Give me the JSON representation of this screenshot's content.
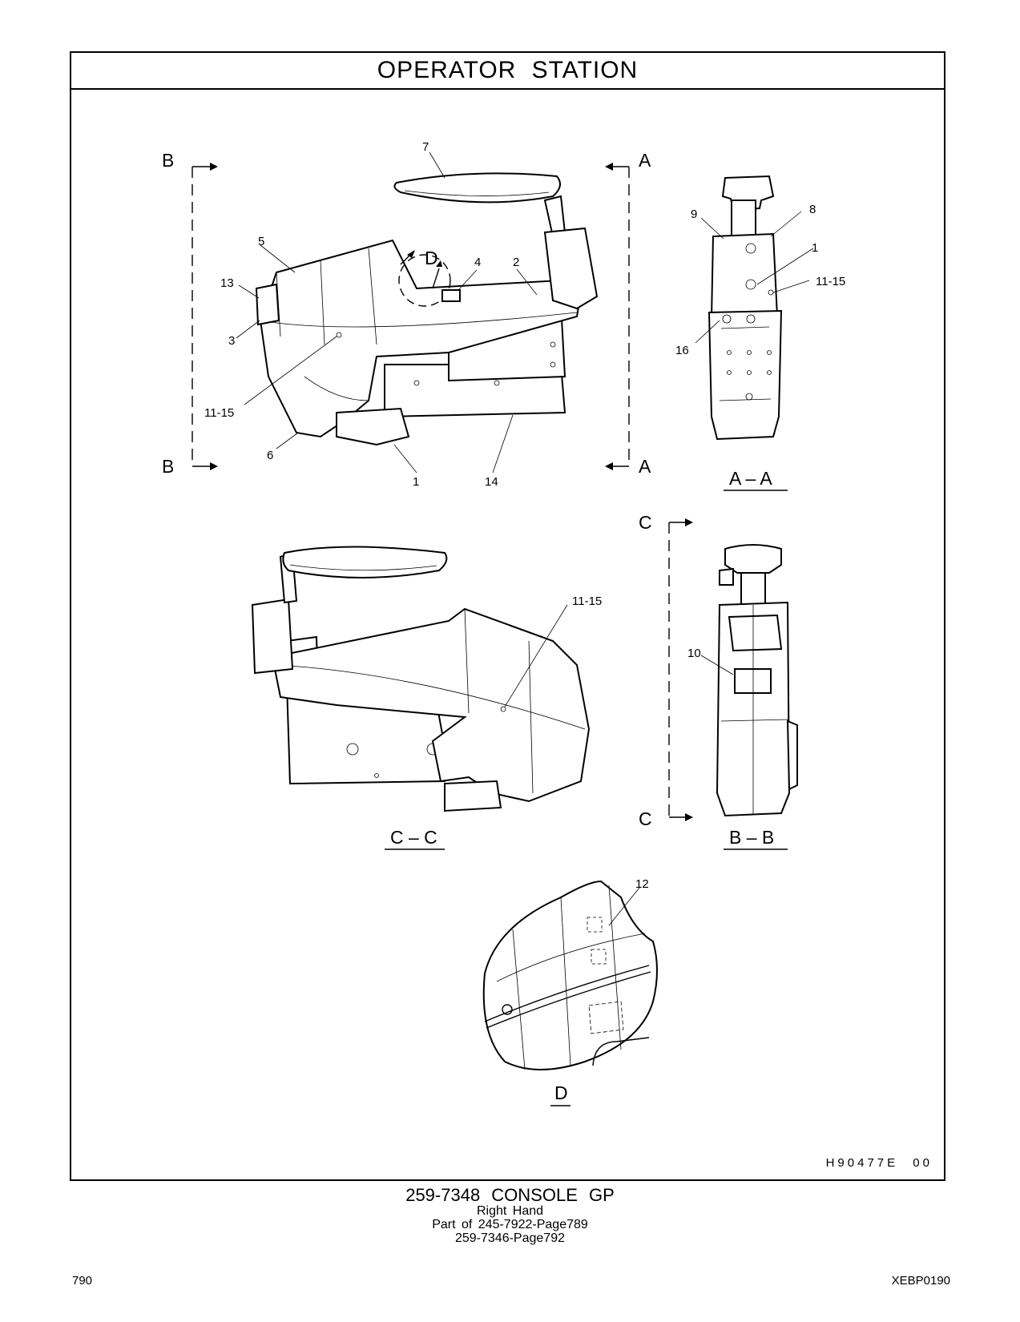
{
  "page": {
    "title": "OPERATOR STATION",
    "drawing_code": "H90477E 00",
    "caption": {
      "part_title": "259-7348 CONSOLE GP",
      "side": "Right Hand",
      "part_of": "Part of 245-7922-Page789",
      "reference": "259-7346-Page792"
    },
    "page_number": "790",
    "document_code": "XEBP0190"
  },
  "diagram": {
    "section_markers": {
      "b_top": "B",
      "b_bottom": "B",
      "a_top": "A",
      "a_bottom": "A",
      "c_top": "C",
      "c_bottom": "C",
      "detail_d": "D"
    },
    "view_titles": {
      "aa": "A – A",
      "cc": "C – C",
      "bb": "B – B",
      "d": "D"
    },
    "callouts": {
      "main_7": "7",
      "main_5": "5",
      "main_13": "13",
      "main_3": "3",
      "main_11_15": "11-15",
      "main_6": "6",
      "main_1": "1",
      "main_14": "14",
      "main_4": "4",
      "main_2": "2",
      "aa_9": "9",
      "aa_8": "8",
      "aa_1": "1",
      "aa_11_15": "11-15",
      "aa_16": "16",
      "cc_11_15": "11-15",
      "bb_10": "10",
      "d_12": "12"
    }
  }
}
